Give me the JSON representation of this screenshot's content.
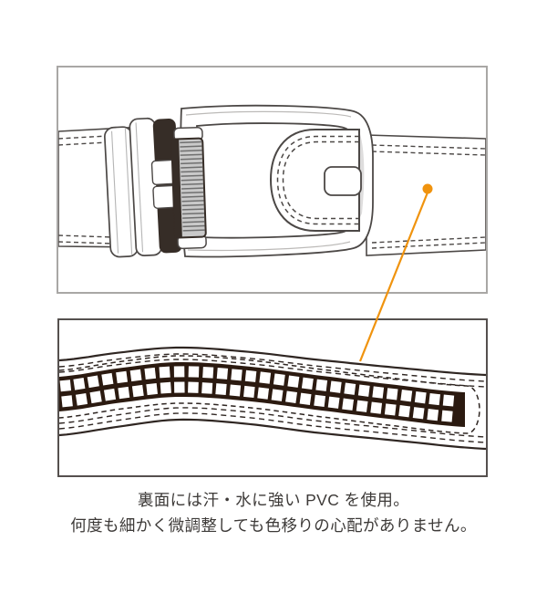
{
  "caption": {
    "line1": "裏面には汗・水に強い PVC を使用。",
    "line2": "何度も細かく微調整しても色移りの心配がありません。"
  },
  "panels": {
    "front": {
      "label": "belt buckle front view",
      "border_color": "#a9a7a5"
    },
    "back": {
      "label": "belt back ratchet track detail",
      "border_color": "#55504e"
    }
  },
  "callout": {
    "color": "#F0930E"
  },
  "art": {
    "line_color": "#4c4846",
    "dark_color": "#362d27",
    "belt_line_color": "#2f2622",
    "track_fill": "#2b1a10",
    "rib_fill": "#c9c9c9",
    "rib_stroke": "#6f6f6f",
    "shade_color": "#dedddd",
    "text_color": "#3d3a38"
  }
}
